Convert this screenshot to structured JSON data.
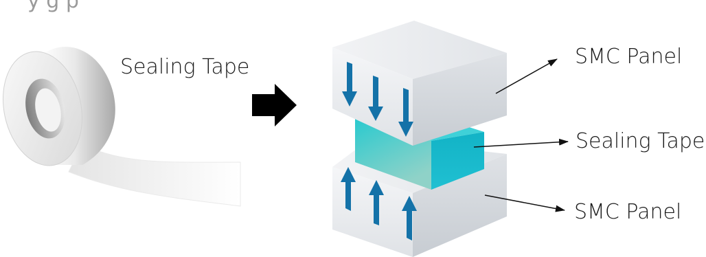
{
  "caption": {
    "partial_text": "y                g                                    p"
  },
  "labels": {
    "roll_label": "Sealing Tape",
    "top_panel": "SMC Panel",
    "tape_layer": "Sealing Tape",
    "bottom_panel": "SMC Panel"
  },
  "icons": {
    "process_arrow": "right-arrow-icon",
    "pressure_down": "down-arrow-icon",
    "pressure_up": "up-arrow-icon"
  },
  "colors": {
    "pressure_arrow": "#1472a8",
    "tape_layer": "#19c2cf",
    "panel_light": "#eef0f3",
    "panel_mid": "#d5d9de",
    "panel_dark": "#c4c9cf"
  }
}
